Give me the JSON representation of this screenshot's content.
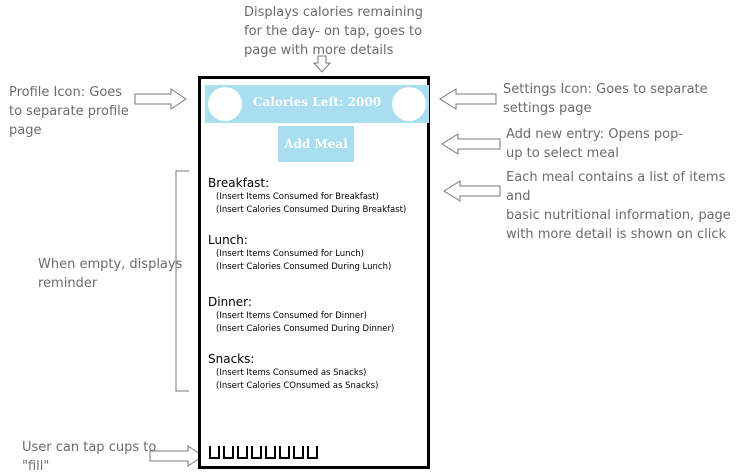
{
  "annotations": {
    "top": "Displays calories remaining\nfor the day- on tap, goes to\npage with more details",
    "profile": "Profile Icon: Goes\nto separate profile\npage",
    "settings": "Settings Icon: Goes to separate\nsettings page",
    "add_entry": "Add new entry: Opens pop-\nup to select meal",
    "meal_detail": "Each meal contains a list of items and\nbasic nutritional information, page\nwith more detail is shown on click",
    "empty": "When empty, displays\nreminder",
    "cups": "User can tap cups to\n\"fill\""
  },
  "header": {
    "calories_label": "Calories Left: 2000"
  },
  "add_meal_label": "Add Meal",
  "meals": [
    {
      "title": "Breakfast:",
      "items": "(Insert Items Consumed for Breakfast)",
      "calories": "(Insert Calories Consumed During Breakfast)"
    },
    {
      "title": "Lunch:",
      "items": "(Insert Items Consumed for Lunch)",
      "calories": "(Insert Calories Consumed During Lunch)"
    },
    {
      "title": "Dinner:",
      "items": "(Insert Items Consumed for Dinner)",
      "calories": "(Insert Calories Consumed During Dinner)"
    },
    {
      "title": "Snacks:",
      "items": "(Insert Items Consumed as Snacks)",
      "calories": "(Insert Calories COnsumed as Snacks)"
    }
  ],
  "water_cups": {
    "total": 8,
    "filled": 0
  },
  "colors": {
    "accent": "#a8def0",
    "frame": "#000000",
    "annotation_text": "#6b6b6b"
  }
}
